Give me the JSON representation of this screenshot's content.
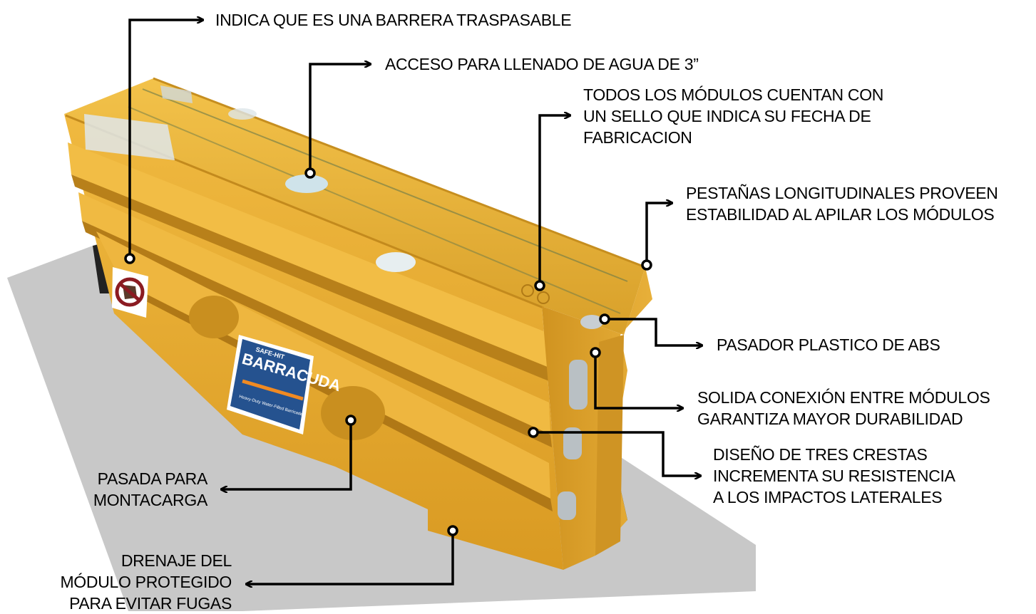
{
  "callouts": {
    "barrera_traspasable": [
      "INDICA QUE ES UNA BARRERA TRASPASABLE"
    ],
    "acceso_llenado": [
      "ACCESO PARA LLENADO DE AGUA DE 3”"
    ],
    "sello_fecha": [
      "TODOS LOS MÓDULOS CUENTAN CON",
      "UN SELLO QUE INDICA SU FECHA DE",
      "FABRICACION"
    ],
    "pestanas": [
      "PESTAÑAS LONGITUDINALES PROVEEN",
      "ESTABILIDAD  AL APILAR LOS MÓDULOS"
    ],
    "pasador": [
      "PASADOR PLASTICO DE ABS"
    ],
    "conexion": [
      "SOLIDA CONEXIÓN ENTRE MÓDULOS",
      "GARANTIZA MAYOR DURABILIDAD"
    ],
    "crestas": [
      "DISEÑO DE TRES CRESTAS",
      "INCREMENTA SU RESISTENCIA",
      "A LOS IMPACTOS LATERALES"
    ],
    "montacarga": [
      "PASADA PARA",
      "MONTACARGA"
    ],
    "drenaje": [
      "DRENAJE DEL",
      "MÓDULO PROTEGIDO",
      "PARA EVITAR FUGAS"
    ]
  },
  "product": {
    "brand_small": "SAFE-HIT",
    "brand": "BARRACUDA",
    "brand_sub": "Heavy-Duty Water-Filled Barricade"
  },
  "colors": {
    "barrier": "#e6ad2c",
    "barrier_dark": "#b9831a",
    "shadow": "#c9c9c9",
    "logo_plate": "#25528f"
  }
}
